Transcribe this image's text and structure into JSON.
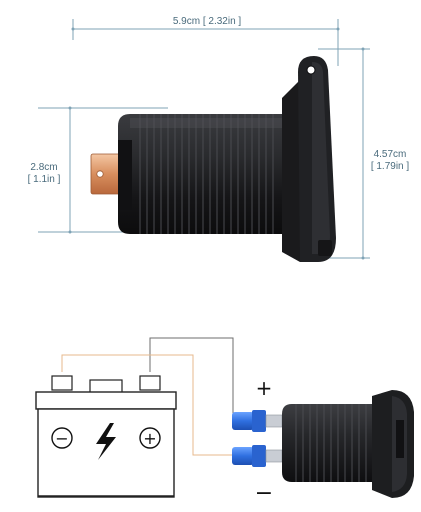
{
  "dimensions": {
    "width_top": "5.9cm [ 2.32in ]",
    "height_left_cm": "2.8cm",
    "height_left_in": "[ 1.1in ]",
    "height_right_cm": "4.57cm",
    "height_right_in": "[ 1.79in ]"
  },
  "wiring": {
    "plus_sign": "+",
    "minus_sign": "−"
  },
  "battery": {
    "minus_symbol": "−",
    "plus_symbol": "+"
  },
  "colors": {
    "dimension_line": "#7fa3b6",
    "wire_positive": "#6d6d6d",
    "wire_negative": "#e7b98c",
    "terminal_blue": "#2f6fe0",
    "socket_black": "#1c1c1e"
  }
}
